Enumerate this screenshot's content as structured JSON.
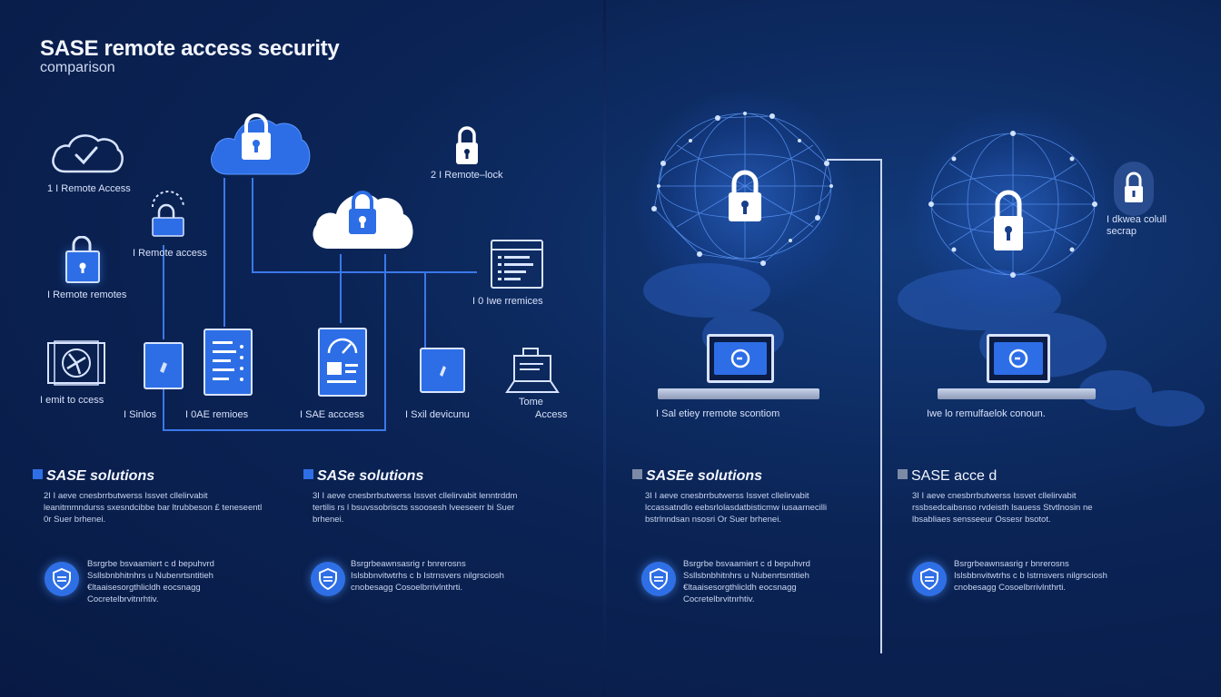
{
  "header": {
    "title": "SASE remote access security",
    "subtitle": "comparison"
  },
  "left_diagram": {
    "labels": {
      "remote_access_1": "1 I Remote Access",
      "remote_lock": "2 I Remote–lock",
      "remote_access_2": "I Remote access",
      "remote_remotes": "I Remote remotes",
      "lwe_remotes": "I 0 Iwe rremices",
      "remote_to_access": "I emit to ccess",
      "sinlos": "I Sinlos",
      "oae_remotes": "I 0AE remioes",
      "sase_access": "I SAE acccess",
      "devices": "I Sxil devicunu",
      "tome": "Tome",
      "access": "Access"
    }
  },
  "right_diagram": {
    "labels": {
      "left_connection": "I Sal etiey rremote scontiom",
      "right_connection": "Iwe lo remulfaelok conoun.",
      "cloud_setup": "I dkwea colull\nsecrap"
    }
  },
  "sections": [
    {
      "heading": "SASE solutions",
      "para1": "2I I aeve cnesbrrbutwerss Issvet cllelirvabit leanitmmndurss sxesndcibbe bar ltrubbeson £ teneseentl 0r Suer brhenei.",
      "para2": "Bsrgrbe bsvaamiert c d bepuhvrd Ssllsbnbhitnhrs u Nubenrtsntitieh €ltaaisesorgthlicldh  eocsnagg Cocretelbrvitnrhtiv."
    },
    {
      "heading": "SASe solutions",
      "para1": "3I I aeve cnesbrrbutwerss Issvet cllelirvabit lenntrddm  tertilis rs l bsuvssobriscts ssoosesh lveeseerr bi Suer brhenei.",
      "para2": "Bsrgrbeawnsasrig r bnrerosns Islsbbnvitwtrhs c b  Istrnsvers nilgrsciosh cnobesagg Cosoelbrrivlnthrti."
    },
    {
      "heading": "SASEe solutions",
      "para1": "3I I aeve cnesbrrbutwerss Issvet cllelirvabit lccassatndlo eebsrlolasdatbisticmw iusaarnecilli bstrlnndsan nsosri Or Suer brhenei.",
      "para2": "Bsrgrbe bsvaamiert c d bepuhvrd Ssllsbnbhitnhrs u Nubenrtsntitieh €ltaaisesorgthlicldh  eocsnagg Cocretelbrvitnrhtiv."
    },
    {
      "heading": "SASE acce d",
      "para1": "3I I aeve cnesbrrbutwerss Issvet cllelirvabit rssbsedcaibsnso rvdeisth lsauess Stvtlnosin ne lbsabliaes sensseeur Ossesr bsotot.",
      "para2": "Bsrgrbeawnsasrig r bnrerosns Islsbbnvitwtrhs c b  Istrnsvers nilgrsciosh cnobesagg Cosoelbrrivlnthrti."
    }
  ],
  "colors": {
    "background": "#0b2456",
    "accent": "#2f6fe6",
    "line": "#3b78ea",
    "text": "#e8eefc"
  },
  "icons": [
    "cloud-check-icon",
    "cloud-lock-icon",
    "padlock-icon",
    "tablet-icon",
    "document-icon",
    "gauge-icon",
    "monitor-icon",
    "terminal-icon",
    "laptop-icon",
    "shield-icon",
    "network-globe-icon",
    "world-map-icon"
  ]
}
